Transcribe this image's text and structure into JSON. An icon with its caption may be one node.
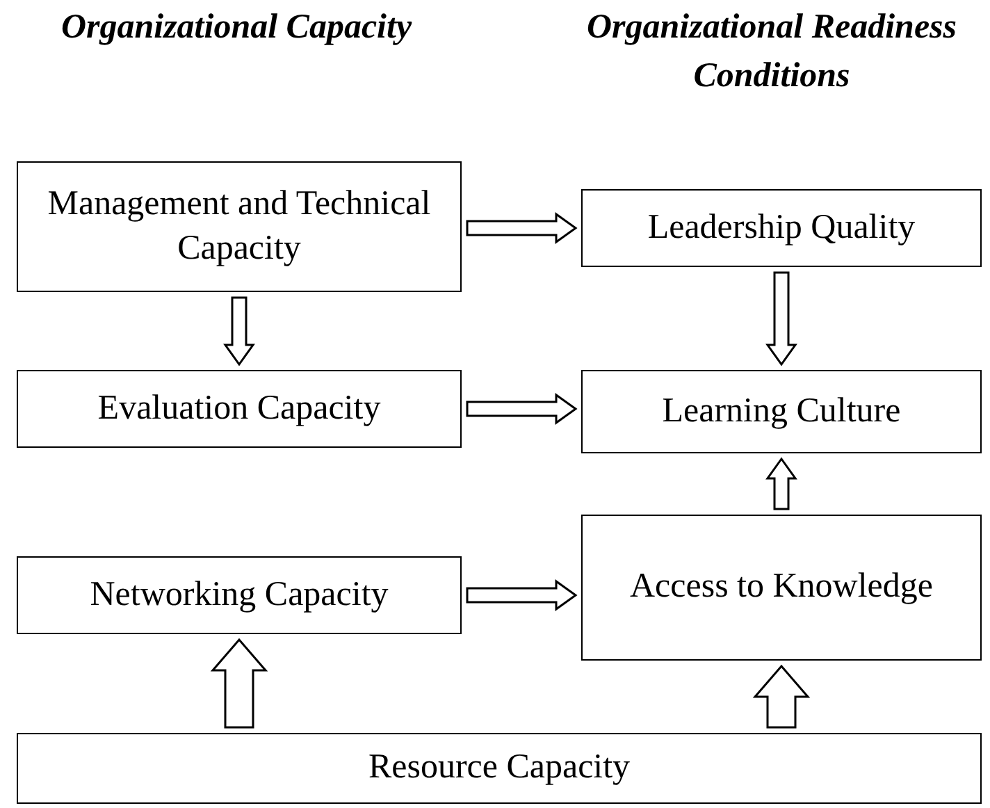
{
  "diagram": {
    "nodes": [
      {
        "text": [
          "Management and Technical Capacity"
        ]
      },
      {
        "text": [
          "Leadership Quality"
        ]
      },
      {
        "text": [
          "Evaluation Capacity"
        ]
      },
      {
        "text": [
          "Learning Culture"
        ]
      },
      {
        "text": [
          "Networking Capacity"
        ]
      },
      {
        "text": [
          "Access to Knowledge"
        ]
      },
      {
        "text": [
          "Resource Capacity"
        ]
      }
    ],
    "edges": [
      {
        "from": 0,
        "to": 1,
        "arrow": "to"
      },
      {
        "from": 0,
        "to": 2,
        "arrow": "to"
      },
      {
        "from": 1,
        "to": 3,
        "arrow": "to"
      },
      {
        "from": 2,
        "to": 3,
        "arrow": "to"
      },
      {
        "from": 5,
        "to": 3,
        "arrow": "to"
      },
      {
        "from": 4,
        "to": 5,
        "arrow": "to"
      },
      {
        "from": 6,
        "to": 4,
        "arrow": "to"
      },
      {
        "from": 6,
        "to": 5,
        "arrow": "to"
      }
    ],
    "labels": [
      "Organizational Capacity",
      "Organizational Readiness Conditions"
    ]
  }
}
